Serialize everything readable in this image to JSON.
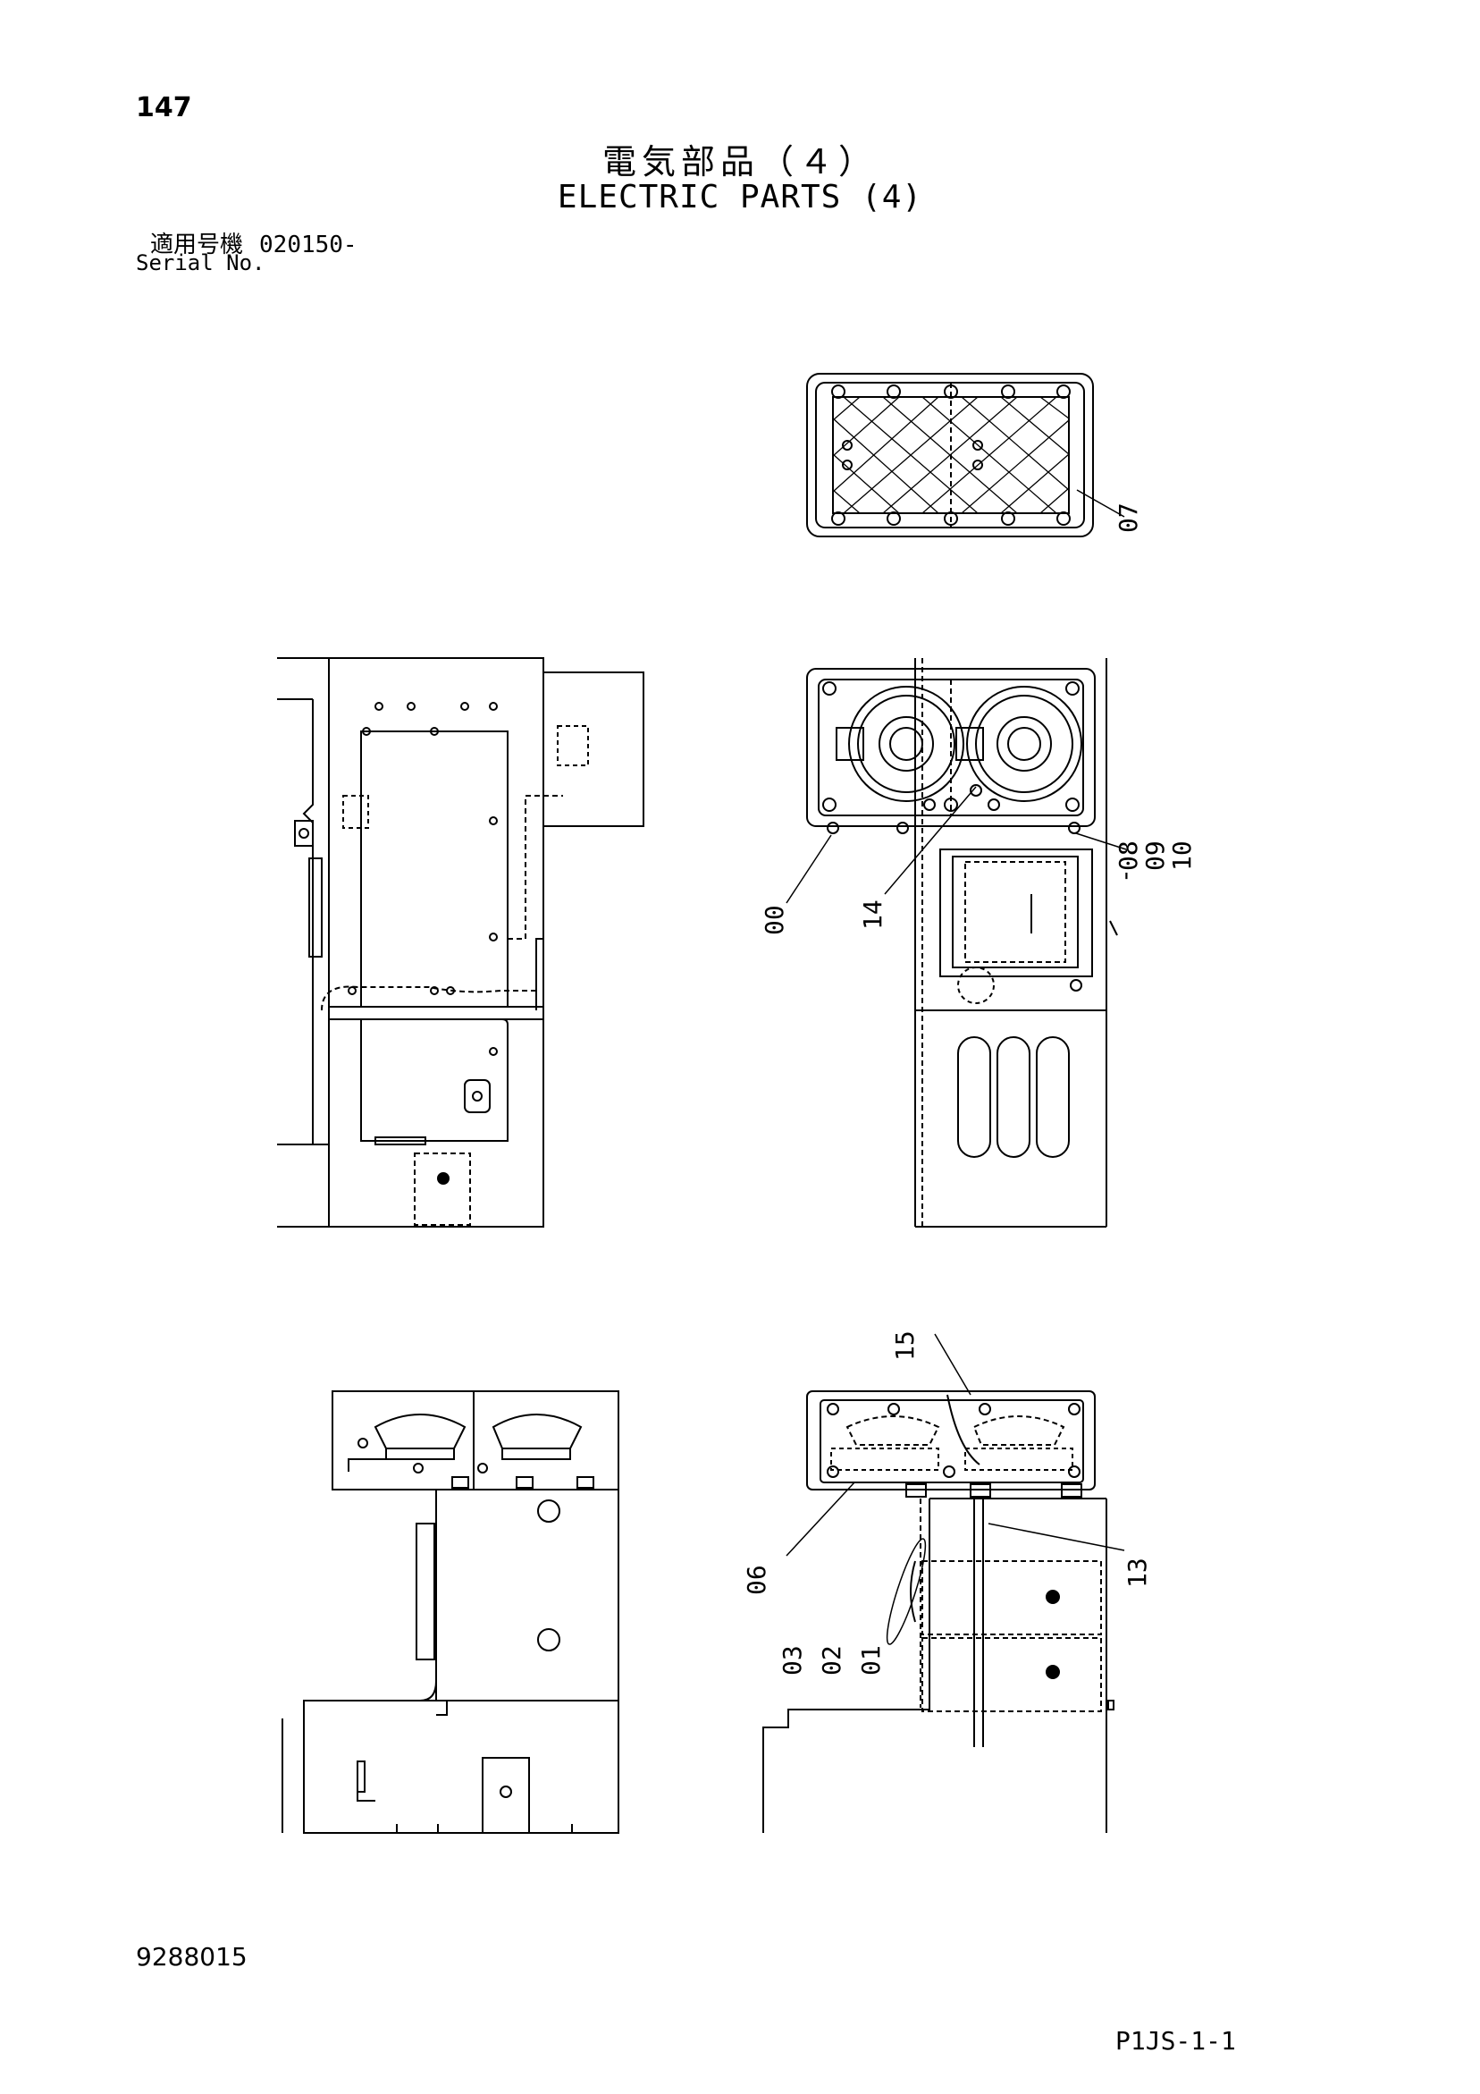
{
  "header": {
    "page_number": "147",
    "title_jp": "電気部品（４）",
    "title_en": "ELECTRIC PARTS (4)",
    "serial_label_jp": "適用号機",
    "serial_value": "020150-",
    "serial_label_en": "Serial No."
  },
  "footer": {
    "document_id": "9288015",
    "page_code": "P1JS-1-1"
  },
  "callouts": {
    "c07": "07",
    "c08": "08",
    "c09": "09",
    "c10": "10",
    "c00": "00",
    "c14": "14",
    "c15": "15",
    "c13": "13",
    "c06": "06",
    "c03": "03",
    "c02": "02",
    "c01": "01"
  }
}
